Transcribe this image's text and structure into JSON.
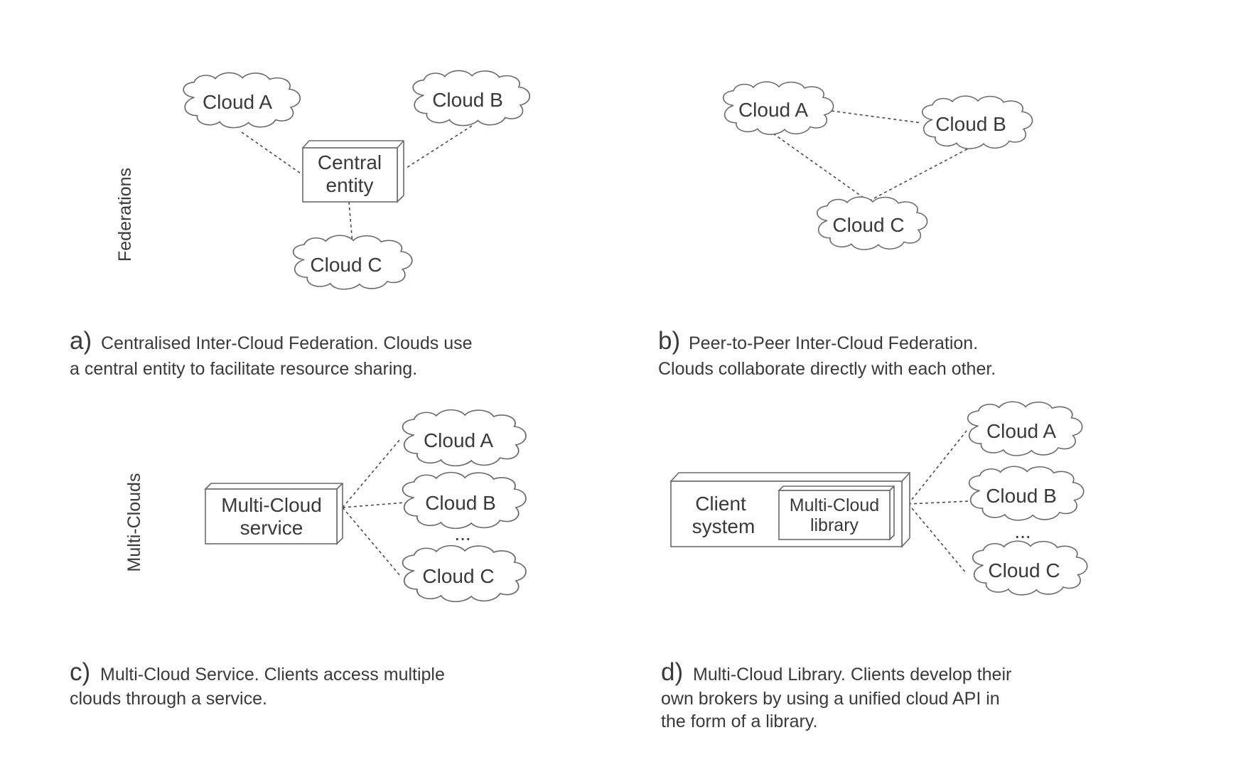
{
  "side_labels": {
    "federations": "Federations",
    "multi_clouds": "Multi-Clouds"
  },
  "panels": {
    "a": {
      "clouds": [
        "Cloud A",
        "Cloud B",
        "Cloud C"
      ],
      "box_lines": [
        "Central",
        "entity"
      ],
      "caption_letter": "a)",
      "caption_lines": [
        "Centralised Inter-Cloud Federation. Clouds use",
        "a central entity to facilitate resource sharing."
      ]
    },
    "b": {
      "clouds": [
        "Cloud A",
        "Cloud B",
        "Cloud C"
      ],
      "caption_letter": "b)",
      "caption_lines": [
        "Peer-to-Peer Inter-Cloud Federation.",
        "Clouds collaborate directly with each other."
      ]
    },
    "c": {
      "clouds": [
        "Cloud A",
        "Cloud B",
        "Cloud C"
      ],
      "ellipsis": "...",
      "box_lines": [
        "Multi-Cloud",
        "service"
      ],
      "caption_letter": "c)",
      "caption_lines": [
        "Multi-Cloud Service. Clients access multiple",
        "clouds through a service."
      ]
    },
    "d": {
      "clouds": [
        "Cloud A",
        "Cloud B",
        "Cloud C"
      ],
      "ellipsis": "...",
      "outer_box_lines": [
        "Client",
        "system"
      ],
      "inner_box_lines": [
        "Multi-Cloud",
        "library"
      ],
      "caption_letter": "d)",
      "caption_lines": [
        "Multi-Cloud Library. Clients develop their",
        "own brokers by using a unified cloud API in",
        "the form of a library."
      ]
    }
  }
}
